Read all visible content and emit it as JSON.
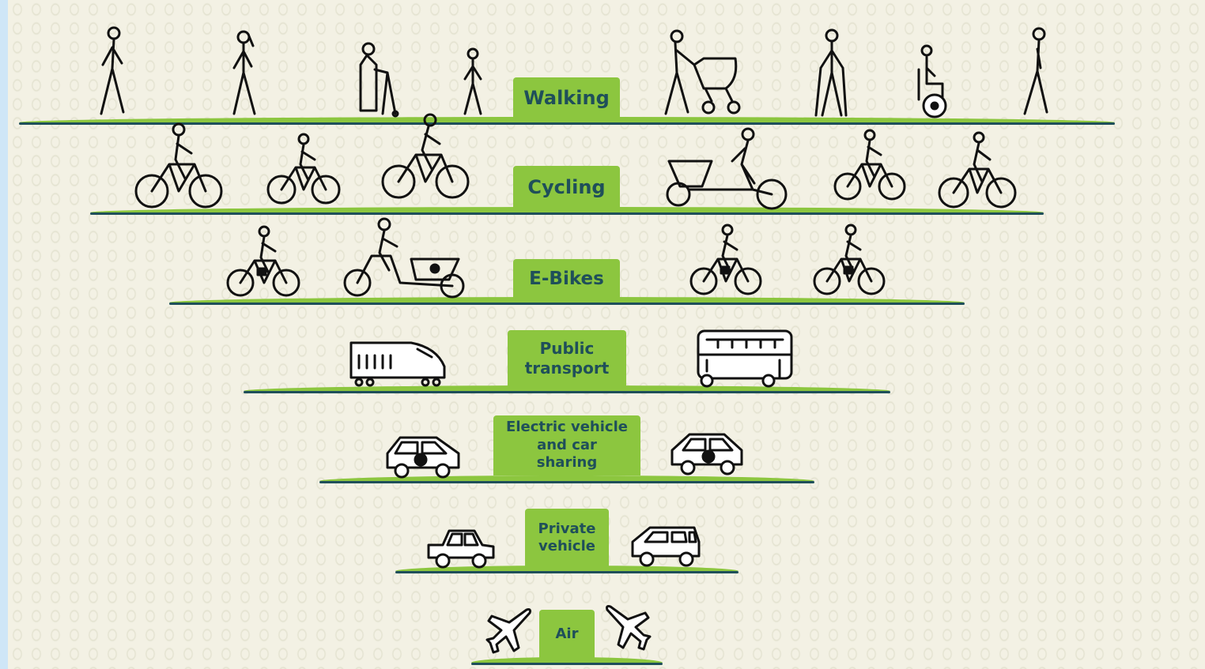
{
  "tiers": [
    {
      "label": "Walking"
    },
    {
      "label": "Cycling"
    },
    {
      "label": "E-Bikes"
    },
    {
      "label": "Public transport"
    },
    {
      "label": "Electric vehicle and car sharing"
    },
    {
      "label": "Private vehicle"
    },
    {
      "label": "Air"
    }
  ],
  "icons": {
    "walking": [
      "person-walking-icon",
      "person-walking-icon",
      "elderly-person-walker-icon",
      "child-walking-icon",
      "person-pushing-pram-icon",
      "person-with-walking-poles-icon",
      "wheelchair-user-icon",
      "person-walking-icon"
    ],
    "cycling": [
      "cyclist-icon",
      "cyclist-icon",
      "cyclist-icon",
      "cargo-bike-icon",
      "cyclist-icon",
      "cyclist-icon"
    ],
    "ebikes": [
      "ebike-rider-icon",
      "cargo-ebike-icon",
      "ebike-rider-icon",
      "ebike-rider-icon"
    ],
    "public_transport": [
      "train-icon",
      "double-decker-bus-icon"
    ],
    "electric": [
      "electric-car-icon",
      "electric-car-icon"
    ],
    "private": [
      "car-icon",
      "car-icon"
    ],
    "air": [
      "airplane-icon",
      "airplane-icon"
    ]
  },
  "colors": {
    "label_bg": "#8cc63f",
    "label_text": "#1f4f5a",
    "ground_line": "#1f4f5a",
    "grass": "#8cc63f",
    "background": "#f3f1e4",
    "edge": "#cfe6f7"
  }
}
